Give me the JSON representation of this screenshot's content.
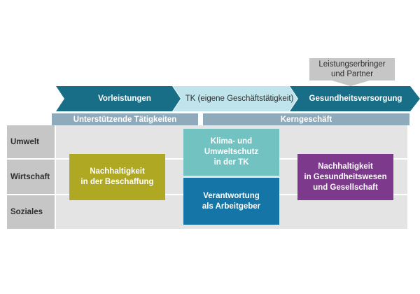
{
  "provider": {
    "line1": "Leistungserbringer",
    "line2": "und Partner"
  },
  "chevrons": [
    {
      "label": "Vorleistungen",
      "color": "#176e86"
    },
    {
      "label": "TK (eigene Geschäftstätigkeit)",
      "color": "#bfe4ec"
    },
    {
      "label": "Gesundheitsversorgung",
      "color": "#176e86"
    }
  ],
  "categories": {
    "support": "Unterstützende Tätigkeiten",
    "core": "Kerngeschäft"
  },
  "rows": [
    "Umwelt",
    "Wirtschaft",
    "Soziales"
  ],
  "boxes": {
    "procurement": {
      "line1": "Nachhaltigkeit",
      "line2": "in der Beschaffung",
      "color": "#afa822"
    },
    "climate": {
      "line1": "Klima- und Umweltschutz",
      "line2": "in der TK",
      "color": "#72c2c2"
    },
    "employer": {
      "line1": "Verantwortung",
      "line2": "als Arbeitgeber",
      "color": "#1575a6"
    },
    "health": {
      "line1": "Nachhaltigkeit",
      "line2": "in Gesundheitswesen",
      "line3": "und Gesellschaft",
      "color": "#7d3a8c"
    }
  }
}
